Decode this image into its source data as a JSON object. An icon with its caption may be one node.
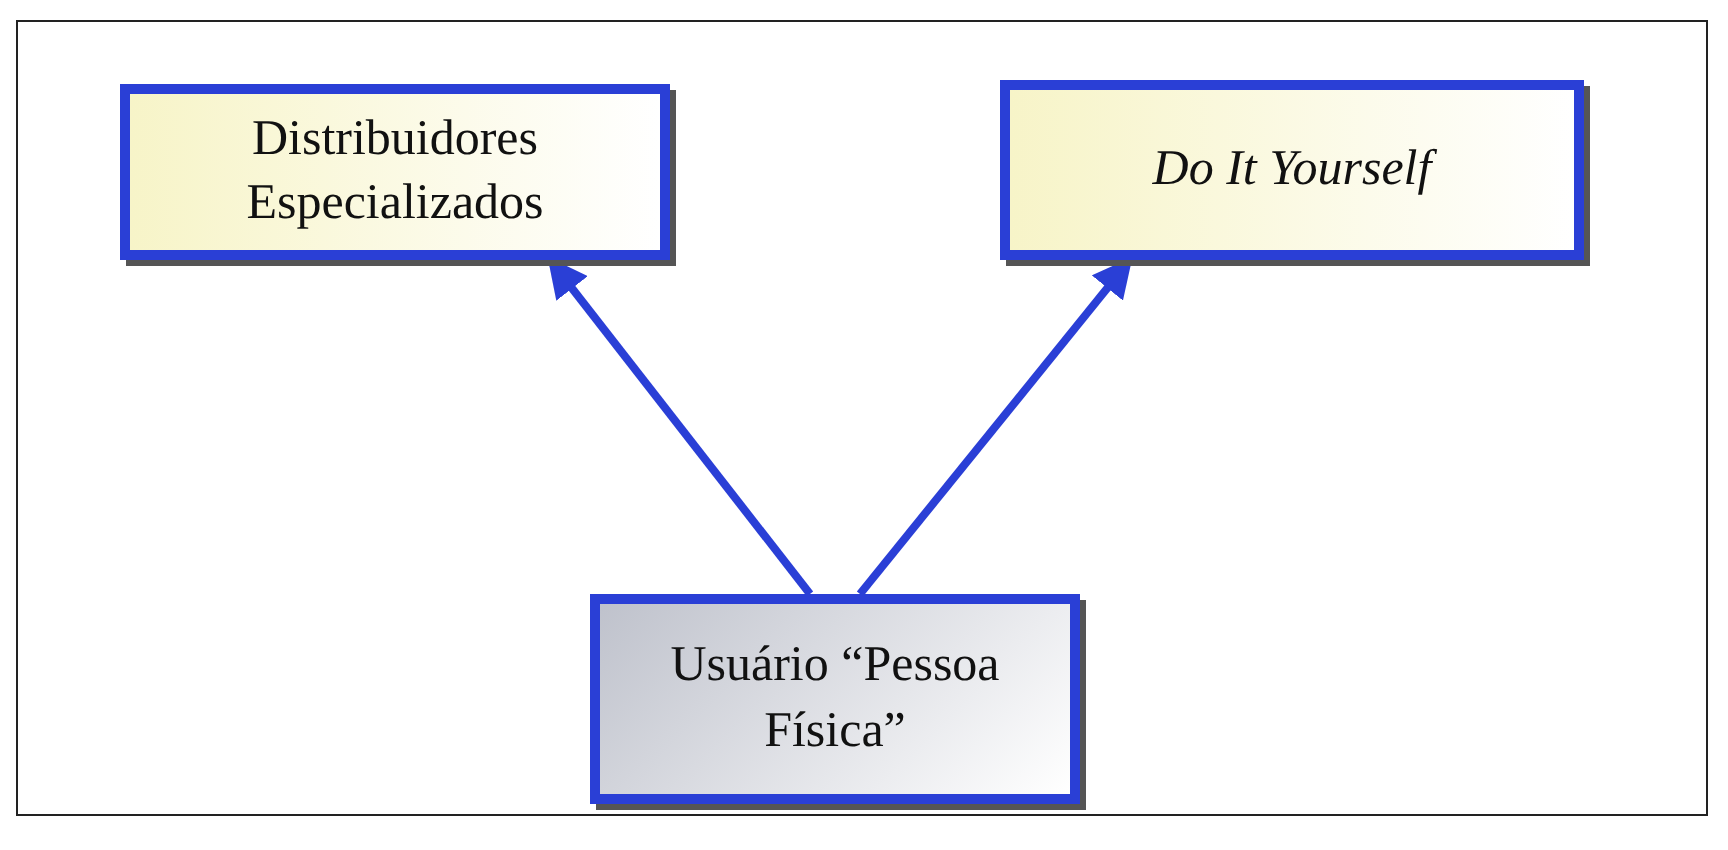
{
  "diagram": {
    "nodes": [
      {
        "text": [
          "Distribuidores Especializados"
        ]
      },
      {
        "text": [
          "Do It Yourself"
        ]
      },
      {
        "text": [
          "Usuário “Pessoa Física”"
        ]
      }
    ],
    "edges": [
      {
        "from": 2,
        "to": 0,
        "arrow": "to"
      },
      {
        "from": 2,
        "to": 1,
        "arrow": "to"
      }
    ]
  }
}
